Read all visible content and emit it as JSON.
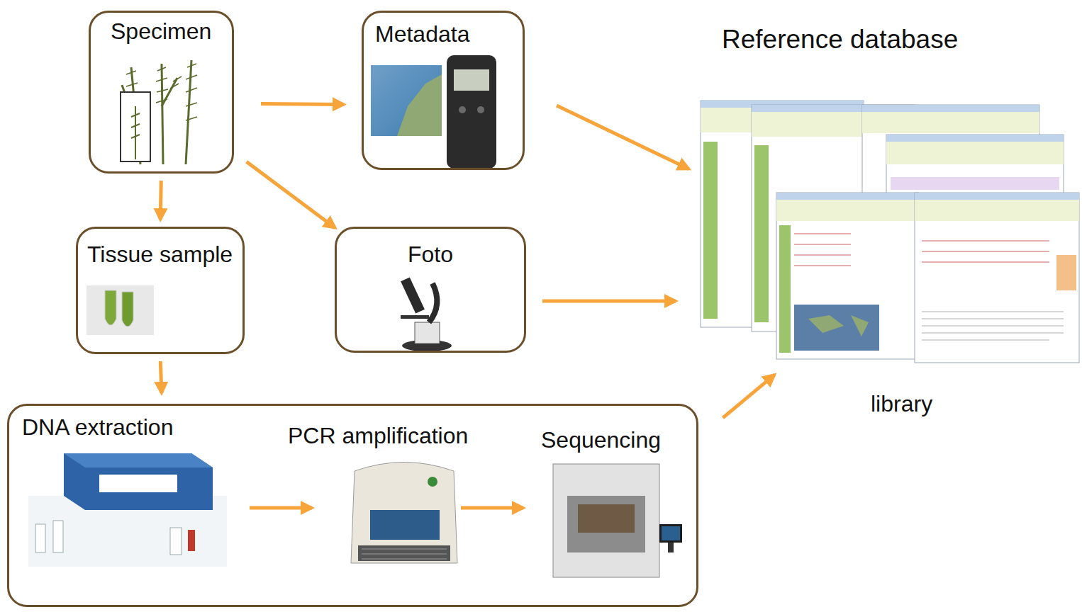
{
  "diagram": {
    "nodes": [
      {
        "text": [
          "Specimen"
        ]
      },
      {
        "text": [
          "Metadata"
        ]
      },
      {
        "text": [
          "Tissue sample"
        ]
      },
      {
        "text": [
          "Foto"
        ]
      },
      {
        "text": [
          "DNA extraction",
          "PCR amplification",
          "Sequencing"
        ]
      },
      {
        "text": [
          "Reference database",
          "library"
        ]
      }
    ],
    "edges": [
      {
        "from": 0,
        "to": 1,
        "arrow": "to"
      },
      {
        "from": 0,
        "to": 2,
        "arrow": "to"
      },
      {
        "from": 0,
        "to": 3,
        "arrow": "to"
      },
      {
        "from": 2,
        "to": 4,
        "arrow": "to"
      },
      {
        "from": 1,
        "to": 5,
        "arrow": "to"
      },
      {
        "from": 3,
        "to": 5,
        "arrow": "to"
      },
      {
        "from": 4,
        "to": 5,
        "arrow": "to"
      }
    ]
  }
}
